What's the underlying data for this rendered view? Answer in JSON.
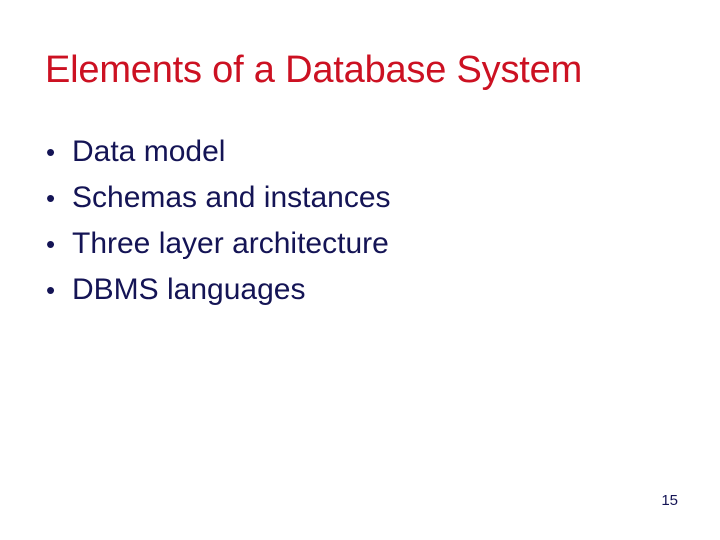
{
  "slide": {
    "title": "Elements of a Database System",
    "title_color": "#cc1122",
    "body_color": "#141455",
    "background_color": "#ffffff",
    "bullets": [
      {
        "marker": "•",
        "text": "Data model"
      },
      {
        "marker": "•",
        "text": "Schemas and instances"
      },
      {
        "marker": "•",
        "text": "Three layer architecture"
      },
      {
        "marker": "•",
        "text": "DBMS languages"
      }
    ],
    "page_number": "15"
  }
}
